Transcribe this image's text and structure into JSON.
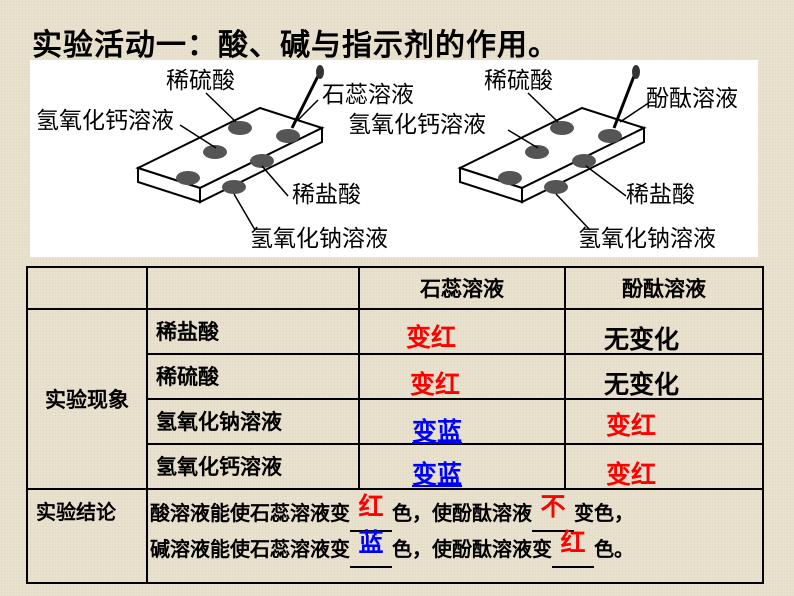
{
  "title": "实验活动一：酸、碱与指示剂的作用。",
  "figure": {
    "left_plate": {
      "labels": [
        "稀硫酸",
        "石蕊溶液",
        "氢氧化钙溶液",
        "稀盐酸",
        "氢氧化钠溶液"
      ]
    },
    "right_plate": {
      "labels": [
        "稀硫酸",
        "酚酞溶液",
        "氢氧化钙溶液",
        "稀盐酸",
        "氢氧化钠溶液"
      ]
    }
  },
  "table": {
    "headers": [
      "石蕊溶液",
      "酚酞溶液"
    ],
    "group_label": "实验现象",
    "rows": [
      {
        "label": "稀盐酸",
        "litmus": "变红",
        "phenol": "无变化"
      },
      {
        "label": "稀硫酸",
        "litmus": "变红",
        "phenol": "无变化"
      },
      {
        "label": "氢氧化钠溶液",
        "litmus": "变蓝",
        "phenol": "变红"
      },
      {
        "label": "氢氧化钙溶液",
        "litmus": "变蓝",
        "phenol": "变红"
      }
    ],
    "conclusion_label": "实验结论",
    "conclusion": {
      "line1_a": "酸溶液能使石蕊溶液变",
      "line1_fill1": "红",
      "line1_b": "色，使酚酞溶液",
      "line1_fill2": "不",
      "line1_c": "变色，",
      "line2_a": "碱溶液能使石蕊溶液变",
      "line2_fill1": "蓝",
      "line2_b": "色，使酚酞溶液变",
      "line2_fill2": "红",
      "line2_c": "色。"
    }
  },
  "colors": {
    "red": "#ff0000",
    "blue": "#0000ff",
    "background": "#e9e2cf"
  }
}
